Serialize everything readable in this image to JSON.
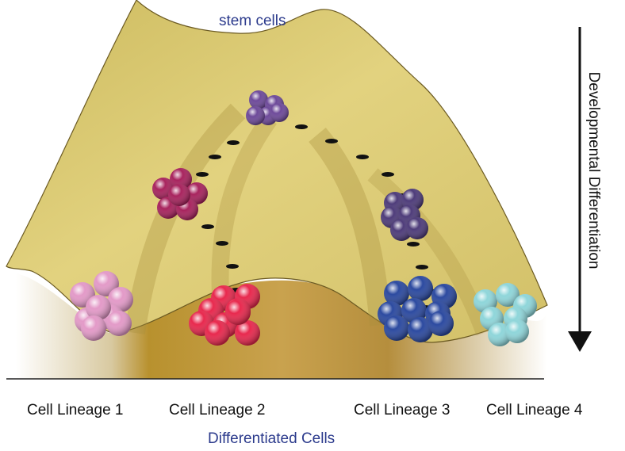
{
  "diagram": {
    "top_label": "stem cells",
    "axis_label": "Developmental Differentiation",
    "lineages": [
      "Cell Lineage 1",
      "Cell Lineage 2",
      "Cell Lineage 3",
      "Cell Lineage 4"
    ],
    "bottom_label": "Differentiated Cells"
  },
  "colors": {
    "landscape": "#d9c86e",
    "valley_shadow": "#b89a3e",
    "label_blue": "#2b3a8c",
    "arrow": "#111111",
    "stem_cluster": "#6e4a9a",
    "lineage1_cluster": "#e39ac8",
    "lineage2_cluster": "#e8294e",
    "lineage3_cluster": "#2c4aa0",
    "lineage4_cluster": "#8fd6da",
    "intermediate_magenta": "#a8245e",
    "intermediate_purple": "#4e3c7a"
  }
}
